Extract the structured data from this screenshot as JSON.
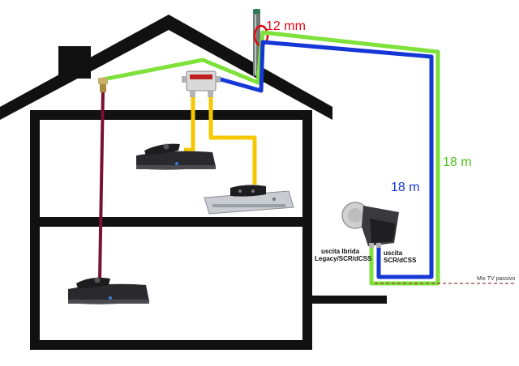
{
  "labels": {
    "mast_diameter": "12 mm",
    "green_cable_length": "18 m",
    "blue_cable_length": "18 m",
    "hybrid_output_line1": "uscita Ibrida",
    "hybrid_output_line2": "Legacy/SCR/dCSS",
    "scr_output_line1": "uscita",
    "scr_output_line2": "SCR/dCSS",
    "mix_tv": "Mix TV passivo"
  },
  "colors": {
    "house_outline": "#111111",
    "green_cable": "#7ee23a",
    "blue_cable": "#1537d6",
    "yellow_cable": "#f5c800",
    "maroon_cable": "#7a1036",
    "red_marker": "#e30613",
    "dashed_line": "#9b3a3a"
  },
  "icons": {
    "top_floor_receiver": "sky-q-receiver-icon",
    "top_floor_remote": "remote-control-icon",
    "mid_floor_decoder": "silver-decoder-icon",
    "mid_floor_remote": "remote-control-icon",
    "ground_floor_receiver": "sky-q-receiver-icon",
    "ground_floor_remote": "remote-control-icon",
    "splitter": "splitter-icon",
    "lnb": "lnb-icon",
    "mast": "antenna-mast-icon",
    "wall_outlet": "coax-outlet-icon"
  }
}
